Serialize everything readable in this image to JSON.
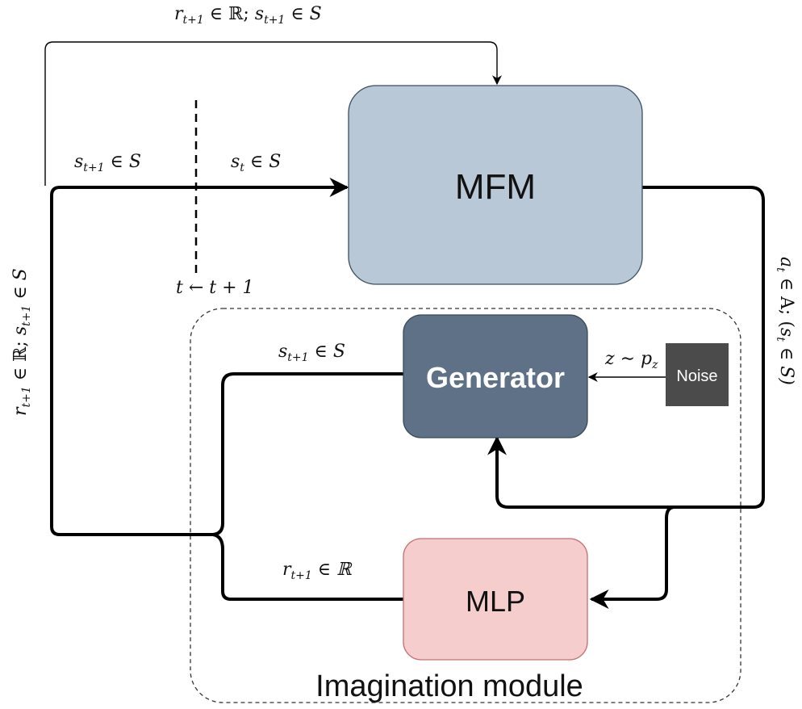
{
  "boxes": {
    "mfm": {
      "label": "MFM",
      "fill": "#b8c8d6"
    },
    "generator": {
      "label": "Generator",
      "fill": "#5f7186"
    },
    "mlp": {
      "label": "MLP",
      "fill": "#f5cdcd"
    },
    "noise": {
      "label": "Noise",
      "fill": "#4b4b4b"
    }
  },
  "container": {
    "label": "Imagination module"
  },
  "edge_labels": {
    "top_reward": {
      "base_r": "r",
      "sub_r": "t+1",
      "mid": " ∈ ℝ; ",
      "base_s": "s",
      "sub_s": "t+1",
      "tail": " ∈ S"
    },
    "left_reward": {
      "base_r": "r",
      "sub_r": "t+1",
      "mid": " ∈ ℝ; ",
      "base_s": "s",
      "sub_s": "t+1",
      "tail": " ∈ S"
    },
    "state_next": {
      "base": "s",
      "sub": "t+1",
      "tail": " ∈ S"
    },
    "state_now": {
      "base": "s",
      "sub": "t",
      "tail": " ∈ S"
    },
    "time_step": "t ← t + 1",
    "action": {
      "base_a": "a",
      "sub_a": "t",
      "mid": " ∈ A; (",
      "base_s": "s",
      "sub_s": "t",
      "tail": " ∈ S)"
    },
    "generator_state": {
      "base": "s",
      "sub": "t+1",
      "tail": " ∈ S"
    },
    "noise_sample": {
      "base": "z ∼ p",
      "sub": "z"
    },
    "mlp_reward": {
      "base": "r",
      "sub": "t+1",
      "tail": " ∈ ℝ"
    }
  }
}
